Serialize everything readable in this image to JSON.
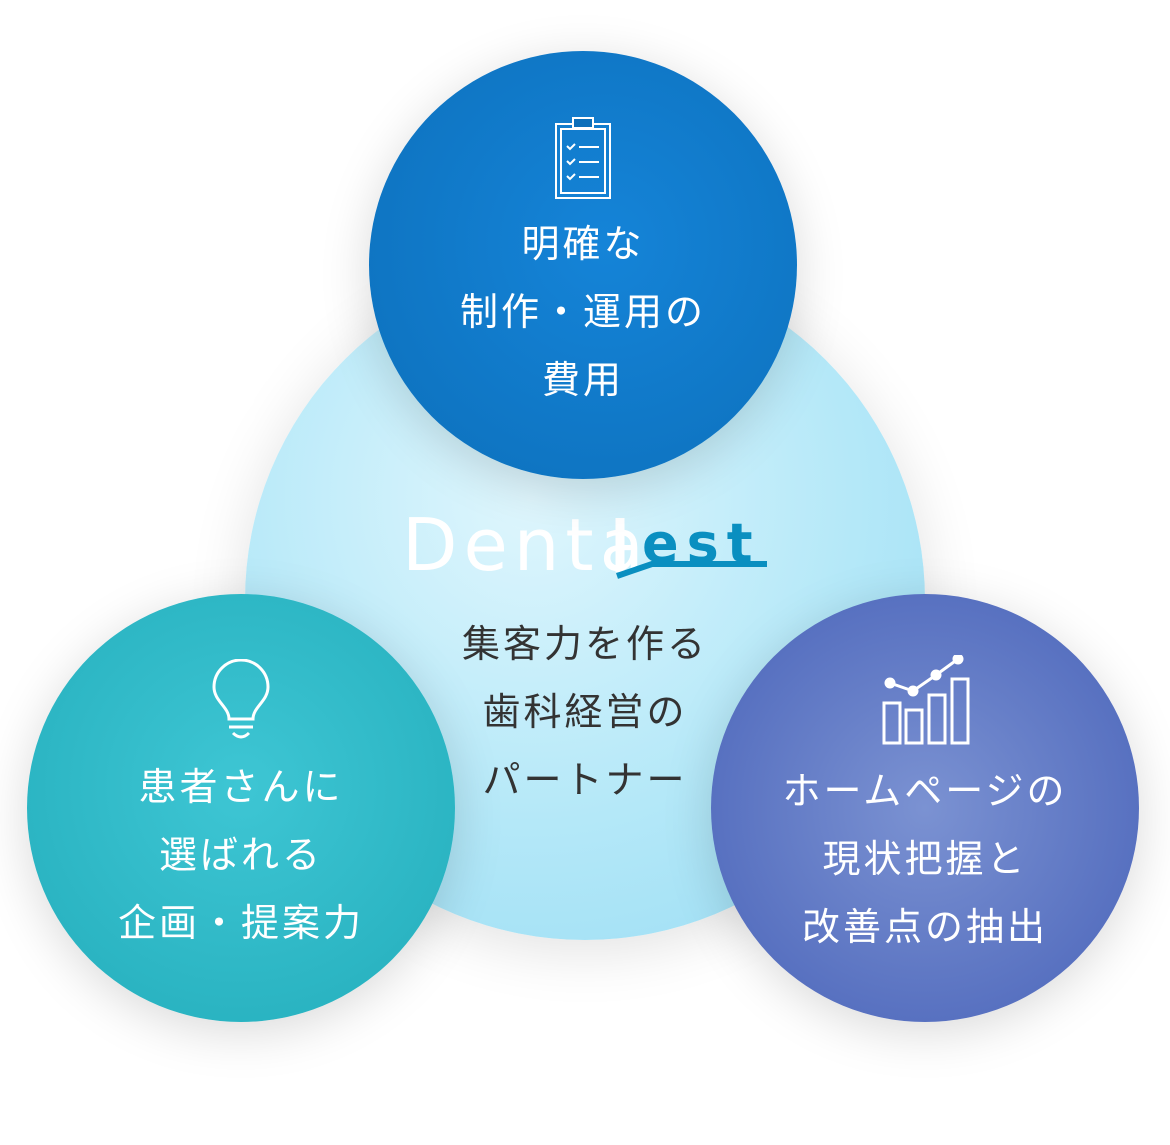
{
  "center": {
    "logo_text": "DentaLest",
    "lines": [
      "集客力を作る",
      "歯科経営の",
      "パートナー"
    ]
  },
  "top": {
    "icon": "clipboard-checklist-icon",
    "lines": [
      "明確な",
      "制作・運用の",
      "費用"
    ]
  },
  "left": {
    "icon": "lightbulb-icon",
    "lines": [
      "患者さんに",
      "選ばれる",
      "企画・提案力"
    ]
  },
  "right": {
    "icon": "bar-line-chart-icon",
    "lines": [
      "ホームページの",
      "現状把握と",
      "改善点の抽出"
    ]
  },
  "colors": {
    "top": "#0c6fba",
    "left": "#23adbb",
    "right": "#4963b9",
    "center": "#b4e8f8",
    "logo_accent": "#0a8fc0"
  }
}
